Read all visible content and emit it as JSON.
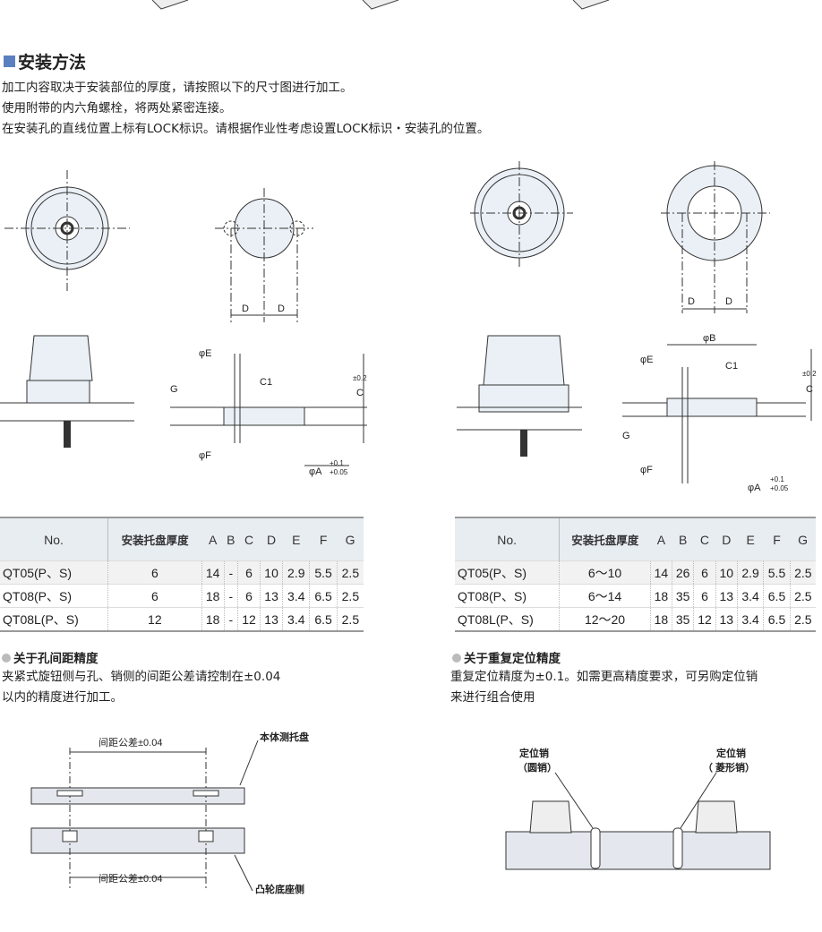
{
  "section": {
    "title": "安装方法",
    "lines": [
      "加工内容取决于安装部位的厚度，请按照以下的尺寸图进行加工。",
      "使用附带的内六角螺栓，将两处紧密连接。",
      "在安装孔的直线位置上标有LOCK标识。请根据作业性考虑设置LOCK标识・安装孔的位置。"
    ]
  },
  "drawing_labels": {
    "D": "D",
    "phiE": "φE",
    "phiF": "φF",
    "phiA": "φA",
    "tolA_up": "+0.1",
    "tolA_dn": "+0.05",
    "C": "C",
    "tolC": "±0.2",
    "G": "G",
    "C1": "C1",
    "phiB": "φB"
  },
  "table_left": {
    "headers": [
      "No.",
      "安装托盘厚度",
      "A",
      "B",
      "C",
      "D",
      "E",
      "F",
      "G"
    ],
    "rows": [
      [
        "QT05(P、S)",
        "6",
        "14",
        "-",
        "6",
        "10",
        "2.9",
        "5.5",
        "2.5"
      ],
      [
        "QT08(P、S)",
        "6",
        "18",
        "-",
        "6",
        "13",
        "3.4",
        "6.5",
        "2.5"
      ],
      [
        "QT08L(P、S)",
        "12",
        "18",
        "-",
        "12",
        "13",
        "3.4",
        "6.5",
        "2.5"
      ]
    ]
  },
  "table_right": {
    "headers": [
      "No.",
      "安装托盘厚度",
      "A",
      "B",
      "C",
      "D",
      "E",
      "F",
      "G"
    ],
    "rows": [
      [
        "QT05(P、S)",
        "6～10",
        "14",
        "26",
        "6",
        "10",
        "2.9",
        "5.5",
        "2.5"
      ],
      [
        "QT08(P、S)",
        "6～14",
        "18",
        "35",
        "6",
        "13",
        "3.4",
        "6.5",
        "2.5"
      ],
      [
        "QT08L(P、S)",
        "12～20",
        "18",
        "35",
        "12",
        "13",
        "3.4",
        "6.5",
        "2.5"
      ]
    ]
  },
  "left_note": {
    "title": "关于孔间距精度",
    "text": [
      "夹紧式旋钮侧与孔、销侧的间距公差请控制在±0.04",
      "以内的精度进行加工。"
    ],
    "label_top": "间距公差±0.04",
    "label_bottom": "间距公差±0.04",
    "callout_top": "本体测托盘",
    "callout_bottom": "凸轮底座侧"
  },
  "right_note": {
    "title": "关于重复定位精度",
    "text": [
      "重复定位精度为±0.1。如需更高精度要求，可另购定位销",
      "来进行组合使用"
    ],
    "pin_left": [
      "定位销",
      "（圆销）"
    ],
    "pin_right": [
      "定位销",
      "（ 菱形销）"
    ]
  }
}
